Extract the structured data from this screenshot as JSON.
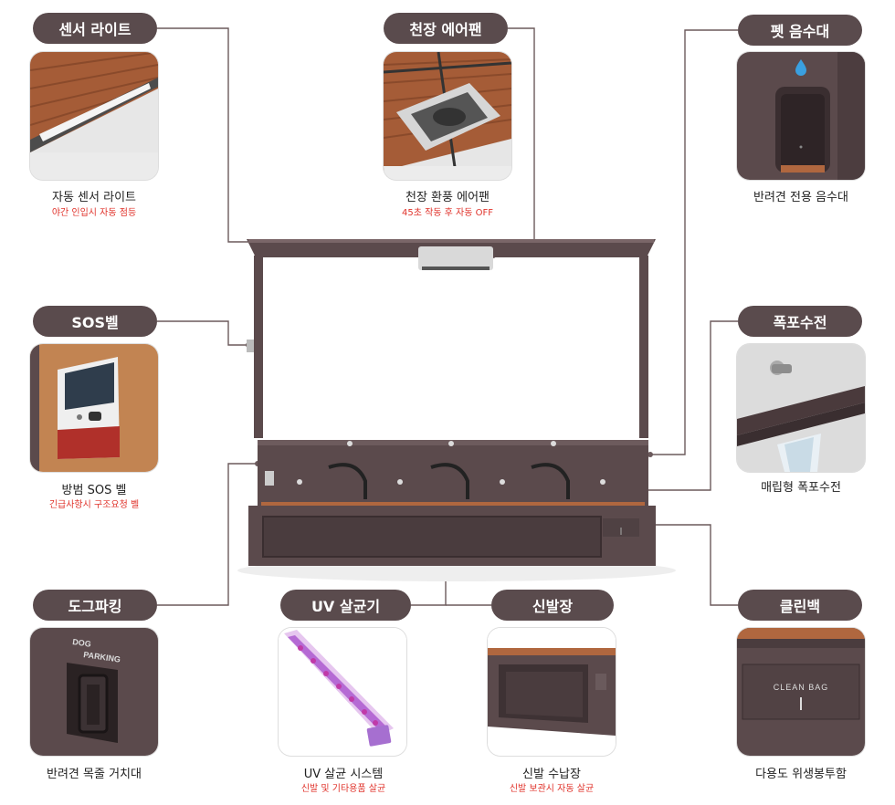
{
  "features": [
    {
      "id": "sensor_light",
      "label": "센서 라이트",
      "caption": "자동 센서 라이트",
      "note": "야간 인입시 자동 점등"
    },
    {
      "id": "ceiling_fan",
      "label": "천장 에어팬",
      "caption": "천장 환풍 에어팬",
      "note": "45초 작동 후 자동 OFF"
    },
    {
      "id": "pet_fountain",
      "label": "펫 음수대",
      "caption": "반려견 전용 음수대",
      "note": ""
    },
    {
      "id": "sos_bell",
      "label": "SOS벨",
      "caption": "방범 SOS 벨",
      "note": "긴급사항시 구조요청 벨"
    },
    {
      "id": "waterfall_faucet",
      "label": "폭포수전",
      "caption": "매립형 폭포수전",
      "note": ""
    },
    {
      "id": "dog_parking",
      "label": "도그파킹",
      "caption": "반려견 목줄 거치대",
      "note": ""
    },
    {
      "id": "uv_sterilizer",
      "label": "UV 살균기",
      "caption": "UV 살균 시스템",
      "note": "신발 및 기타용품 살균"
    },
    {
      "id": "shoe_cabinet",
      "label": "신발장",
      "caption": "신발 수납장",
      "note": "신발 보관시 자동 살균"
    },
    {
      "id": "clean_bag",
      "label": "클린백",
      "caption": "다용도 위생봉투함",
      "note": ""
    }
  ],
  "image_text": {
    "dog_parking_sign_1": "DOG",
    "dog_parking_sign_2": "PARKING",
    "clean_bag_sign": "CLEAN BAG"
  },
  "colors": {
    "pill_bg": "#5a4b4d",
    "note_red": "#e0332b",
    "structure": "#5b4a4c",
    "wood": "#b0673f"
  }
}
